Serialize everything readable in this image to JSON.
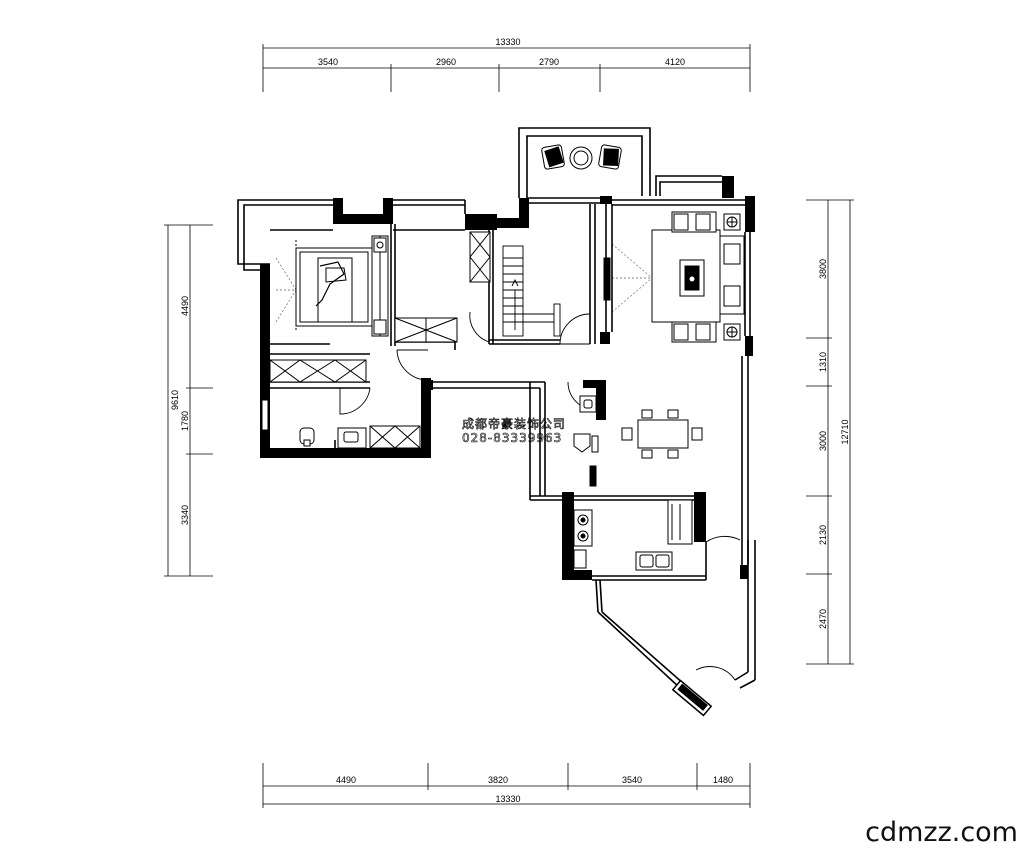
{
  "dimensions": {
    "top_total": "13330",
    "top_segments": [
      "3540",
      "2960",
      "2790",
      "4120"
    ],
    "bottom_total": "13330",
    "bottom_segments": [
      "4490",
      "3820",
      "3540",
      "1480"
    ],
    "left_total": "9610",
    "left_segments": [
      "4490",
      "1780",
      "3340"
    ],
    "right_total": "12710",
    "right_segments": [
      "3800",
      "1310",
      "3000",
      "2130",
      "2470"
    ]
  },
  "watermark": {
    "company": "成都帝豪装饰公司",
    "phone": "028-83339963"
  },
  "logo": "cdmzz.com"
}
